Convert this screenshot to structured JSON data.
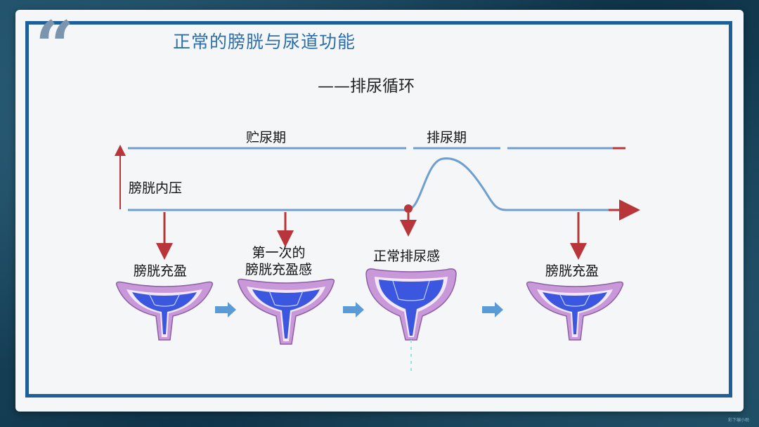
{
  "slide": {
    "quote_mark": "“",
    "title": "正常的膀胱与尿道功能",
    "subtitle": "——排尿循环"
  },
  "diagram": {
    "phase_storage": "贮尿期",
    "phase_voiding": "排尿期",
    "y_axis_label": "膀胱内压",
    "stages": [
      {
        "label": "膀胱充盈"
      },
      {
        "label": "第一次的\n膀胱充盈感"
      },
      {
        "label": "正常排尿感"
      },
      {
        "label": "膀胱充盈"
      }
    ],
    "colors": {
      "line": "#6f9fd0",
      "arrow_red": "#b8353a",
      "bladder_outer": "#c998d8",
      "bladder_inner": "#3b57e0",
      "flow_arrow": "#5b9bd5"
    }
  },
  "watermark": "彩下编小助"
}
